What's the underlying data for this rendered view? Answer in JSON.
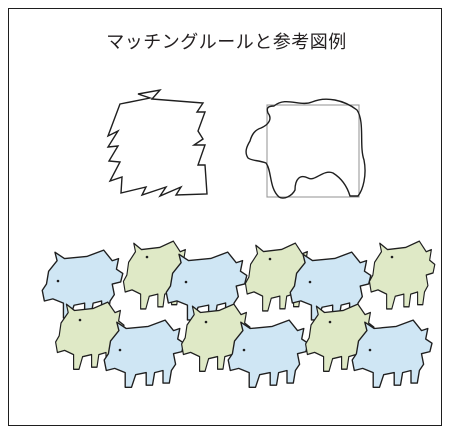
{
  "title": "マッチングルールと参考図例",
  "colors": {
    "stroke": "#1f1f1f",
    "blue": "#cfe6f4",
    "green": "#dfe9c6",
    "guide": "#9a9a9a"
  },
  "tessellation": {
    "rows": 2,
    "columns": 6,
    "pattern": [
      "blue",
      "green",
      "blue",
      "green",
      "blue",
      "green"
    ]
  }
}
